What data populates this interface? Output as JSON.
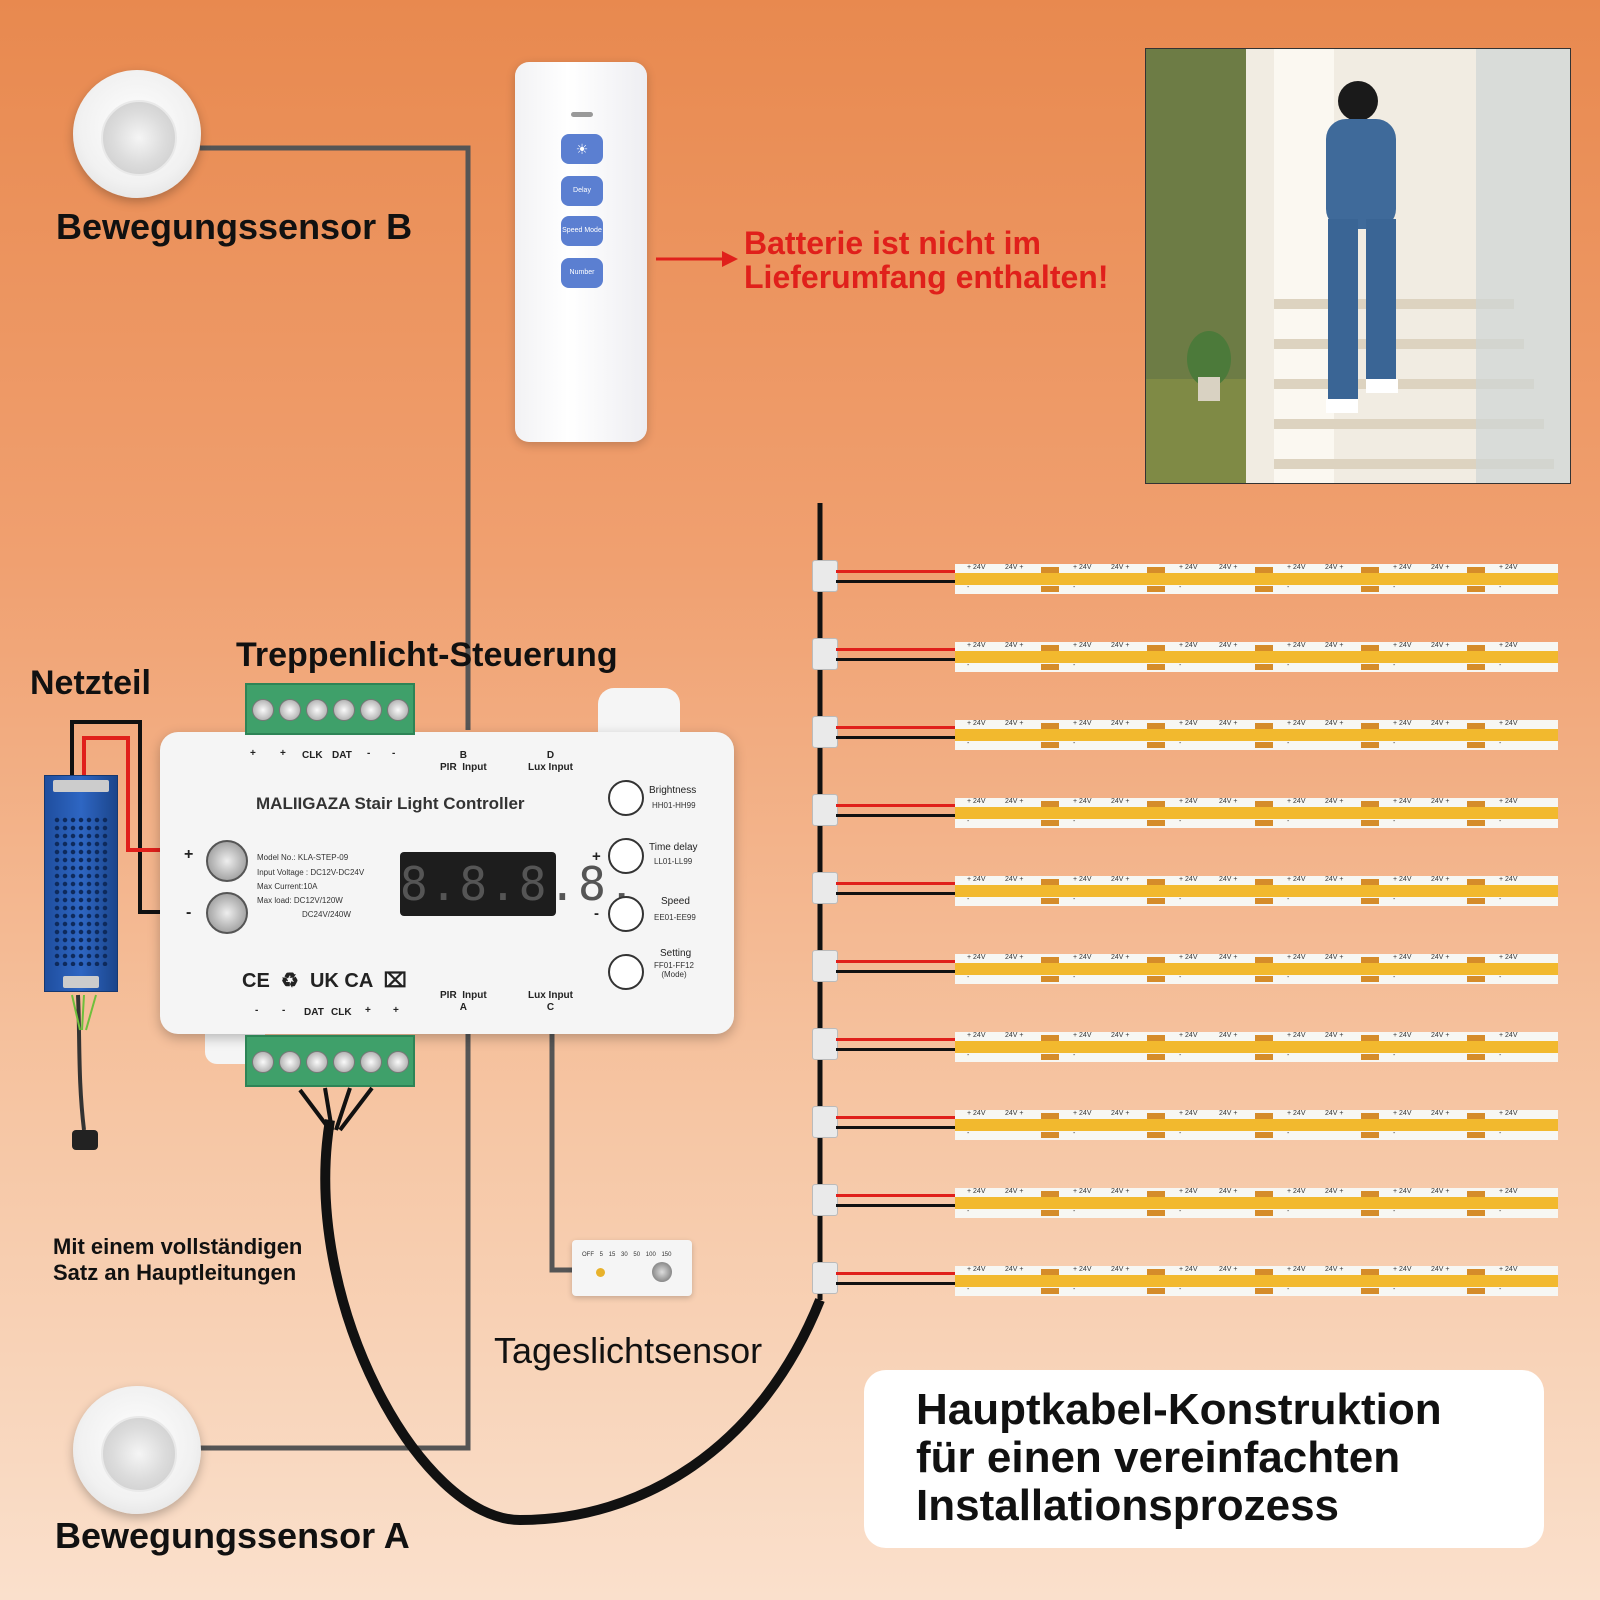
{
  "labels": {
    "sensor_b": "Bewegungssensor B",
    "sensor_a": "Bewegungssensor A",
    "battery_note": "Batterie ist nicht im\nLieferumfang enthalten!",
    "controller_title": "Treppenlicht-Steuerung",
    "psu": "Netzteil",
    "cable_set": "Mit einem vollständigen\nSatz an Hauptleitungen",
    "daylight_sensor": "Tageslichtsensor",
    "callout": "Hauptkabel-Konstruktion\nfür einen vereinfachten\nInstallationsprozess"
  },
  "remote": {
    "buttons": [
      "☀",
      "Delay",
      "Speed Mode",
      "Number"
    ]
  },
  "controller": {
    "brand": "MALIIGAZA Stair Light Controller",
    "specs": [
      "Model No.: KLA-STEP-09",
      "Input Voltage : DC12V-DC24V",
      "Max Current:10A",
      "Max  load: DC12V/120W",
      "DC24V/240W"
    ],
    "display": "8.8.8.8.",
    "top_pins": [
      "+",
      "+",
      "CLK",
      "DAT",
      "-",
      "-"
    ],
    "bottom_pins": [
      "-",
      "-",
      "DAT",
      "CLK",
      "+",
      "+"
    ],
    "port_b": "B\nPIR  Input",
    "port_d": "D\nLux Input",
    "port_a": "PIR  Input\nA",
    "port_c": "Lux Input\nC",
    "plus": "+",
    "minus": "-",
    "buttons": [
      {
        "name": "Brightness",
        "range": "HH01-HH99"
      },
      {
        "name": "Time delay",
        "range": "LL01-LL99"
      },
      {
        "name": "Speed",
        "range": "EE01-EE99"
      },
      {
        "name": "Setting",
        "range": "FF01-FF12\n(Mode)"
      }
    ],
    "certs": "CE  ♻  UK CA  ⌧"
  },
  "lux_sensor": {
    "scale": [
      "OFF",
      "5",
      "15",
      "30",
      "50",
      "100",
      "150"
    ]
  },
  "strip": {
    "plus_label": "+ 24V",
    "mid_label": "24V +",
    "minus_label": "-",
    "count": 10
  },
  "colors": {
    "accent_red": "#e0201b",
    "strip_yellow": "#f2b92e",
    "remote_blue": "#5b7fd1",
    "terminal_green": "#3fa06a"
  }
}
